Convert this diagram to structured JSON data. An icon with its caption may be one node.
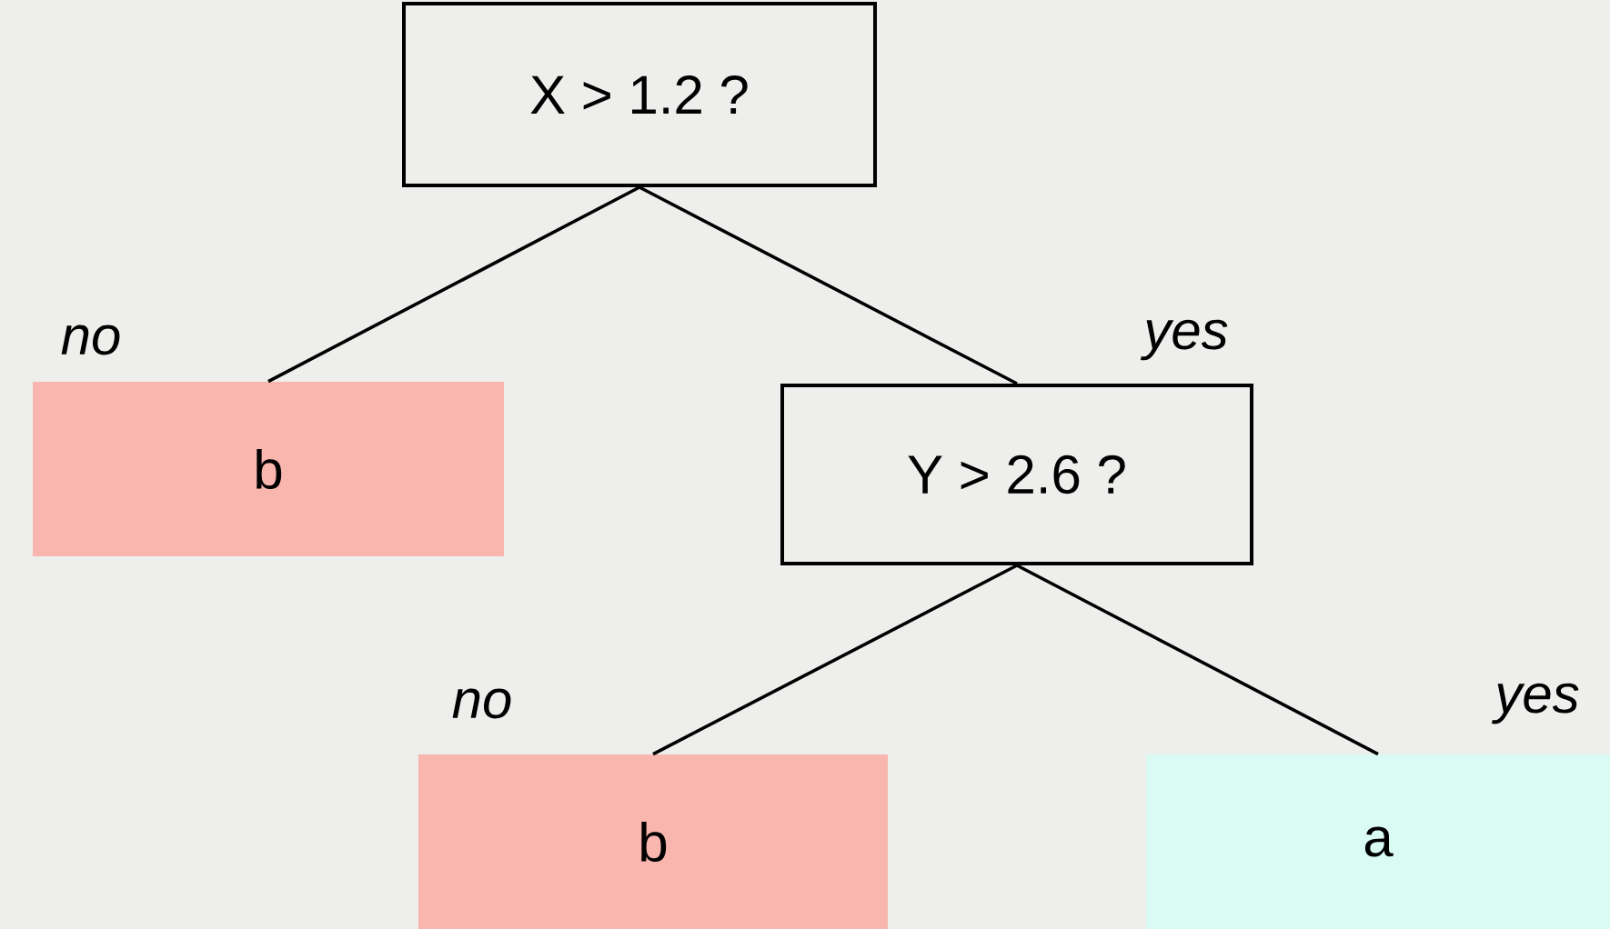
{
  "diagram": {
    "nodes": [
      {
        "text": [
          "X > 1.2 ?"
        ]
      },
      {
        "text": [
          "b"
        ]
      },
      {
        "text": [
          "Y > 2.6 ?"
        ]
      },
      {
        "text": [
          "b"
        ]
      },
      {
        "text": [
          "a"
        ]
      }
    ],
    "edges": [
      {
        "from": 0,
        "to": 1,
        "arrow": "none",
        "label": "no"
      },
      {
        "from": 0,
        "to": 2,
        "arrow": "none",
        "label": "yes"
      },
      {
        "from": 2,
        "to": 3,
        "arrow": "none",
        "label": "no"
      },
      {
        "from": 2,
        "to": 4,
        "arrow": "none",
        "label": "yes"
      }
    ]
  }
}
